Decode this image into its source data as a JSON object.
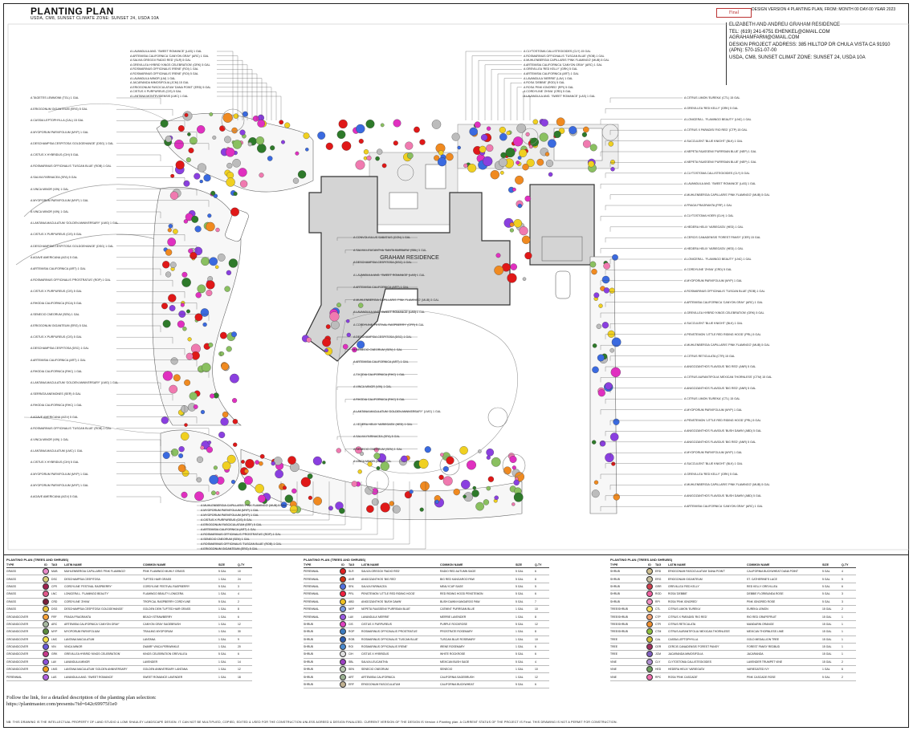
{
  "header": {
    "title": "PLANTING PLAN",
    "subtitle": "USDA, CM8, SUNSET CLIMATE ZONE: SUNSET 24, USDA 10A",
    "final_badge": "Final",
    "design_version": "DESIGN VERSION 4 PLANTING PLAN, FROM: MONTH 00 DAY-00 YEAR 2023"
  },
  "info_block": {
    "client": "ELIZABETH AND ANDREU GRAHAM RESIDENCE",
    "tel": "TEL: (619) 241-6751 EHENKEL@GMAIL.COM",
    "email": "AGRAHAMFARM@GMAIL.COM",
    "address": "DESIGN PROJECT ADDRESS: 385 HILLTOP DR CHULA VISTA CA 91910",
    "apn": "(APN): 570-151-07-00",
    "zone": "USDA, CM8, SUNSET CLIMAT ZONE: SUNSET 24, USDA 10A"
  },
  "plan": {
    "house_label": "GRAHAM RESIDENCE",
    "labels_top_left": [
      "A LAVANDULA ANG. 'SWEET ROMANCE' (LAS) 1 GAL",
      "A ARTEMISIA CALIFORNICA 'CANYON GRAY' (ARC) 1 GAL",
      "A SALVIA GREGGII 'RADIO RED' (SLR) 5 GAL",
      "A GREVILLEA HYBRID 'KINGS CELEBRATION' (GRK) 5 GAL",
      "A ROSMARINUS OFFICINALIS 'IRENE' (ROI) 1 GAL",
      "A ROSMARINUS OFFICINALIS 'IRENE' (ROI) 5 GAL",
      "A LAVANDULA MINOR (LM) 1 GAL",
      "A JACARANDA MIMOSIFOLIA (JCM) 15 GAL",
      "A ERIOGONUM FASCICULATUM 'DANA POINT' (ERD) 5 GAL",
      "A CISTUS X PURPUREUS (CIS) 5 GAL",
      "A LANTANA MONTEVIDENSIS (LMC) 1 GAL"
    ],
    "labels_top_right": [
      "A CLYTOSTOMA CALLISTEGIOIDES (CLY) 15 GAL",
      "A ROSMARINUS OFFICINALIS 'TUSCAN BLUE' (ROB) 1 GAL",
      "A MUHLENBERGIA CAPILLARIS 'PINK FLAMINGO' (MUB) 5 GAL",
      "A ARTEMISIA CALIFORNICA 'CANYON GRAY' (ARC) 1 GAL",
      "A GREVILLEA 'RED KELLY' (GRK) 5 GAL",
      "A ARTEMISIA CALIFORNICA (ART) 1 GAL",
      "A LAVANDULA 'MERRIE' (LAV) 1 GAL",
      "A ROSA 'DEBBIE' (ROD) 5 GAL",
      "A ROSA 'PINK IGNORED' (RPI) 5 GAL",
      "A CORDYLINE 'ZHIVA' (CRD) 5 GAL",
      "A LAVANDULA ANG. 'SWEET ROMANCE' (LAS) 1 GAL"
    ],
    "labels_left": [
      "A TAGETES LEMMONII (TGL) 1 GAL",
      "A ERIOGONUM GIGANTEUM (ERG) 5 GAL",
      "A CASSIA LEPTOPHYLLA (CAL) 15 GAL",
      "A MYOPORUM PARVIFOLIUM (MYP) 1 GAL",
      "A DESCHAMPSIA CESPITOSA 'GOLDGEHANGE' (DSG) 1 GAL",
      "A CISTUS X HYBRIDUS (CIH) 5 GAL",
      "A ROSMARINUS OFFICINALIS 'TUSCAN BLUE' (ROB) 1 GAL",
      "A SALVIA FARINACEA (SFA) 5 GAL",
      "A VINCA MINOR (VIN) 1 GAL",
      "A MYOPORUM PARVIFOLIUM (MYP) 1 GAL",
      "A VINCA MINOR (VIN) 1 GAL",
      "A LANTANA MACULATUM 'GOLDEN ANNIVERSARY' (LMG) 1 GAL",
      "A CISTUS X PURPUREUS (CIS) 5 GAL",
      "A DESCHAMPSIA CESPITOSA 'GOLDGEHANGE' (DSG) 1 GAL",
      "A AGAVE AMERICANA (AGV) 5 GAL",
      "A ARTEMISIA CALIFORNICA (ART) 1 GAL",
      "A ROSMARINUS OFFICINALIS 'PROSTRATUS' (ROP) 1 GAL",
      "A CISTUS X PURPUREUS (CIS) 5 GAL",
      "A RHODIA CALIFORNICA (RCA) 5 GAL",
      "A SENECIO CNEORUM (SEN) 1 GAL",
      "A ERIOGONUM GIGANTEUM (ERG) 5 GAL",
      "A CISTUS X PURPUREUS (CIS) 5 GAL",
      "A DESCHAMPSIA CESPITOSA (DSC) 1 GAL",
      "A ARTEMISIA CALIFORNICA (ART) 1 GAL",
      "A RHODIA CALIFORNICA (RHC) 1 GAL",
      "A LANTANA MACULATUM 'GOLDEN ANNIVERSARY' (LMG) 1 GAL",
      "A SERRATA ANEMONES (SER) 5 GAL",
      "A RHODIA CALIFORNICA (RHC) 1 GAL",
      "A AGAVE AMERICANA (AGV) 5 GAL",
      "A ROSMARINUS OFFICINALIS 'TUSCAN BLUE' (ROB) 1 GAL",
      "A VINCA MINOR (VIN) 1 GAL",
      "A LANTANA MACULATUM (LMC) 1 GAL",
      "A CISTUS X HYBRIDUS (CIH) 5 GAL",
      "A MYOPORUM PARVIFOLIUM (MYP) 1 GAL",
      "A MYOPORUM PARVIFOLIUM (MYP) 1 GAL",
      "A AGAVE AMERICANA (AGV) 5 GAL"
    ],
    "labels_right": [
      "A CITRUS LIMON 'EUREKA' (CTL) 15 GAL",
      "A GREVILLEA 'RED KELLY' (GRK) 5 GAL",
      "A LONICERA L. 'FLAMINGO BEAUTY' (LNC) 1 GAL",
      "A CITRUS X PARADISI 'RIO RED' (CTP) 15 GAL",
      "A SUCCULENT 'BLUE KNIGHT' (BLK) 1 GAL",
      "A NEPETA FAASSENII 'PURRSIAN BLUE' (NEP) 1 GAL",
      "A NEPETA FAASSENII 'PURRSIAN BLUE' (NEP) 1 GAL",
      "A CLYTOSTOMA CALLISTEGIOIDES (CLY) 5 GAL",
      "A LAVANDULA ANG. 'SWEET ROMANCE' (LAS) 1 GAL",
      "A MUHLENBERGIA CAPILLARIS 'PINK FLAMINGO' (MUB) 5 GAL",
      "A FRAGA FRAGRANTA (FRF) 1 GAL",
      "A CLYTOSTOMA HOERI (CLH) 1 GAL",
      "A HEDERA HELIX 'VARIEGATA' (HED) 1 GAL",
      "A CERCIS CANADENSIS 'FOREST PANSY' (CER) 15 GAL",
      "A HEDERA HELIX 'VARIEGATA' (HED) 1 GAL",
      "A LONICERA L. 'FLAMINGO BEAUTY' (LNC) 1 GAL",
      "A CORDYLINE 'ZHIVA' (CRD) 5 GAL",
      "A MYOPORUM PARVIFOLIUM (MYP) 1 GAL",
      "A ROSMARINUS OFFICINALIS 'TUSCAN BLUE' (ROB) 1 GAL",
      "A ARTEMISIA CALIFORNICA 'CANYON GRAY' (ARC) 1 GAL",
      "A GREVILLEA HYBRID 'KINGS CELEBRATION' (GRK) 5 GAL",
      "A SUCCULENT 'BLUE KNIGHT' (BLK) 1 GAL",
      "A PENSTEMON 'LITTLE RED RIDING HOOD' (PRL) 5 GAL",
      "A MUHLENBERGIA CAPILLARIS 'PINK FLAMINGO' (MUB) 5 GAL",
      "A CITRUS RETICULATA (CTR) 15 GAL",
      "A ANIGOZANTHOS FLAVIDUS 'BIG RED' (ANR) 5 GAL",
      "A CITRUS AURANTIFOLIA 'MEXICAN THORNLESS' (CTM) 15 GAL",
      "A ANIGOZANTHOS FLAVIDUS 'BIG RED' (ANR) 5 GAL",
      "A CITRUS LIMON 'EUREKA' (CTL) 15 GAL",
      "A MYOPORUM PARVIFOLIUM (MYP) 1 GAL",
      "A PENSTEMON 'LITTLE RED RIDING HOOD' (PRL) 5 GAL",
      "A ANIGOZANTHOS FLAVIDUS 'BUSH DAWN' (ABD) 5 GAL",
      "A ANIGOZANTHOS FLAVIDUS 'BIG RED' (ANR) 5 GAL",
      "A MYOPORUM PARVIFOLIUM (MYP) 1 GAL",
      "A SUCCULENT 'BLUE KNIGHT' (BLK) 1 GAL",
      "A GREVILLEA 'RED KELLY' (GRK) 5 GAL",
      "A MUHLENBERGIA CAPILLARIS 'PINK FLAMINGO' (MUB) 5 GAL",
      "A ANIGOZANTHOS FLAVIDUS 'BUSH DAWN' (ABD) 5 GAL",
      "A ARTEMISIA CALIFORNICA 'CANYON GRAY' (ARC) 1 GAL"
    ],
    "labels_center": [
      "A CONVOLVULUS SABATIUS (CON) 1 GAL",
      "A SALVIA LEUCANTHA 'SANTA BARBARA' (SBL) 5 GAL",
      "A DESCHAMPSIA CESPITOSA (DSC) 1 GAL",
      "A LAVANDULA ANG. 'SWEET ROMANCE' (LAS) 1 GAL",
      "A ARTEMISIA CALIFORNICA (ART) 1 GAL",
      "A MUHLENBERGIA CAPILLARIS 'PINK FLAMINGO' (MUB) 5 GAL",
      "A LAVANDULA ANG. 'SWEET ROMANCE' (LAS) 1 GAL",
      "A CORDYLINE 'FESTIVAL RASPBERRY' (CFR) 5 GAL",
      "A DESCHAMPSIA CESPITOSA (DSC) 1 GAL",
      "A SENECIO CNEORUM (SEN) 1 GAL",
      "A ARTEMISIA CALIFORNICA (ART) 1 GAL",
      "A RHODIA CALIFORNICA (RHC) 1 GAL",
      "A VINCA MINOR (VIN) 1 GAL",
      "A RHODIA CALIFORNICA (RHC) 5 GAL",
      "A LANTANA MACULATUM 'GOLDEN ANNIVERSARY' (LMG) 1 GAL",
      "A HEDERA HELIX 'VARIEGATA' (HED) 1 GAL",
      "A SALVIA FARINACEA (SFA) 5 GAL",
      "A SENECIO CNEORUM (SEN) 1 GAL",
      "A VINCA MINOR (VIN) 1 GAL"
    ],
    "labels_bottom": [
      "A MUHLENBERGIA CAPILLARIS 'PINK FLAMINGO' (MUB) 5 GAL",
      "A MYOPORUM PARVIFOLIUM (MYP) 1 GAL",
      "A MYOPORUM PARVIFOLIUM (MYP) 1 GAL",
      "A CISTUS X PURPUREUS (CIS) 5 GAL",
      "A ERIOGONUM FASCICULATUM (ERF) 5 GAL",
      "A ARTEMISIA CALIFORNICA (ART) 1 GAL",
      "A ROSMARINUS OFFICINALIS 'PROSTRATUS' (ROP) 1 GAL",
      "A SENECIO CNEORUM (SEN) 1 GAL",
      "A ROSMARINUS OFFICINALIS 'TUSCAN BLUE' (ROB) 1 GAL",
      "A ERIOGONUM GIGANTEUM (ERG) 5 GAL"
    ]
  },
  "tables": [
    {
      "title": "PLANTING PLAN (TREES AND SHRUBS)",
      "columns": [
        "TYPE",
        "ID",
        "TAG",
        "LATIN NAME",
        "COMMON NAME",
        "SIZE",
        "Q-TY"
      ],
      "rows": [
        {
          "type": "GRASS",
          "tag": "MUB",
          "latin": "MUHLENBERGIA CAPILLARIS 'PINK FLAMINGO'",
          "common": "PINK FLAMINGO MUHLY GRASS",
          "size": "5 GAL",
          "qty": "10",
          "color": "#e889c8"
        },
        {
          "type": "GRASS",
          "tag": "DSC",
          "latin": "DESCHAMPSIA CESPITOSA",
          "common": "TUFTED HAIR GRASS",
          "size": "1 GAL",
          "qty": "24",
          "color": "#d9d07a"
        },
        {
          "type": "GRASS",
          "tag": "CFR",
          "latin": "CORDYLINE 'FESTIVAL RASPBERRY'",
          "common": "CORDYLINE FESTIVAL RASPBERRY",
          "size": "5 GAL",
          "qty": "3",
          "color": "#a02050"
        },
        {
          "type": "GRASS",
          "tag": "LNC",
          "latin": "LONICERA L. 'FLAMINGO BEAUTY'",
          "common": "FLAMINGO BEAUTY LONICERA",
          "size": "1 GAL",
          "qty": "4",
          "color": "#e05a8a"
        },
        {
          "type": "GRASS",
          "tag": "CRD",
          "latin": "CORDYLINE 'ZHIVA'",
          "common": "TROPICAL RASPBERRY CORDYLINE",
          "size": "5 GAL",
          "qty": "2",
          "color": "#7a1f3a"
        },
        {
          "type": "GRASS",
          "tag": "DSG",
          "latin": "DESCHAMPSIA CESPITOSA 'GOLDGEHANGE'",
          "common": "GOLDEN DEW TUFTED HAIR GRASS",
          "size": "1 GAL",
          "qty": "8",
          "color": "#e8c23a"
        },
        {
          "type": "GROUNDCOVER",
          "tag": "FRF",
          "latin": "FRAGA FRAGRANTA",
          "common": "BEACH STRAWBERRY",
          "size": "1 GAL",
          "qty": "6",
          "color": "#f6a23a"
        },
        {
          "type": "GROUNDCOVER",
          "tag": "ARC",
          "latin": "ARTEMISIA CALIFORNICA 'CANYON GRAY'",
          "common": "CANYON GRAY SAGEBRUSH",
          "size": "1 GAL",
          "qty": "12",
          "color": "#a7b8a0"
        },
        {
          "type": "GROUNDCOVER",
          "tag": "MYP",
          "latin": "MYOPORUM PARVIFOLIUM",
          "common": "TRAILING MYOPORUM",
          "size": "1 GAL",
          "qty": "30",
          "color": "#5a8a3a"
        },
        {
          "type": "GROUNDCOVER",
          "tag": "LMC",
          "latin": "LANTANA MACULATUM",
          "common": "LANTANA",
          "size": "1 GAL",
          "qty": "9",
          "color": "#f4e04a"
        },
        {
          "type": "GROUNDCOVER",
          "tag": "VIN",
          "latin": "VINCA MINOR",
          "common": "DWARF VINCA PERIWINKLE",
          "size": "1 GAL",
          "qty": "20",
          "color": "#6a5ad8"
        },
        {
          "type": "GROUNDCOVER",
          "tag": "GRK",
          "latin": "GREVILLEA HYBRID 'KINGS CELEBRATION'",
          "common": "KINGS CELEBRATION GREVILLEA",
          "size": "5 GAL",
          "qty": "6",
          "color": "#c43a8a"
        },
        {
          "type": "GROUNDCOVER",
          "tag": "LAV",
          "latin": "LAVANDULA MINOR",
          "common": "LAVENDER",
          "size": "1 GAL",
          "qty": "14",
          "color": "#8a4fd8"
        },
        {
          "type": "GROUNDCOVER",
          "tag": "LMG",
          "latin": "LANTANA MACULATUM 'GOLDEN ANNIVERSARY'",
          "common": "GOLDEN ANNIVERSARY LANTANA",
          "size": "1 GAL",
          "qty": "12",
          "color": "#f0a020"
        },
        {
          "type": "PERENNIAL",
          "tag": "LAS",
          "latin": "LAVANDULA ANG. 'SWEET ROMANCE'",
          "common": "SWEET ROMANCE LAVENDER",
          "size": "1 GAL",
          "qty": "18",
          "color": "#b060e0"
        }
      ]
    },
    {
      "title": "PLANTING PLAN (TREES AND SHRUBS)",
      "columns": [
        "TYPE",
        "ID",
        "TAG",
        "LATIN NAME",
        "COMMON NAME",
        "SIZE",
        "Q-TY"
      ],
      "rows": [
        {
          "type": "PERENNIAL",
          "tag": "SLR",
          "latin": "SALVIA GREGGII 'RADIO RED'",
          "common": "RADIO RED AUTUMN SAGE",
          "size": "5 GAL",
          "qty": "6",
          "color": "#e02020"
        },
        {
          "type": "PERENNIAL",
          "tag": "ANR",
          "latin": "ANIGOZANTHOS 'BIG RED'",
          "common": "BIG RED KANGAROO PAW",
          "size": "5 GAL",
          "qty": "8",
          "color": "#d03010"
        },
        {
          "type": "PERENNIAL",
          "tag": "SFA",
          "latin": "SALVIA FARINACEA",
          "common": "MEALYCUP SAGE",
          "size": "5 GAL",
          "qty": "5",
          "color": "#5070e0"
        },
        {
          "type": "PERENNIAL",
          "tag": "PRL",
          "latin": "PENSTEMON 'LITTLE RED RIDING HOOD'",
          "common": "RED RIDING HOOD PENSTEMON",
          "size": "5 GAL",
          "qty": "6",
          "color": "#f02040"
        },
        {
          "type": "PERENNIAL",
          "tag": "ABD",
          "latin": "ANIGOZANTHOS 'BUSH DAWN'",
          "common": "BUSH DAWN KANGAROO PAW",
          "size": "5 GAL",
          "qty": "7",
          "color": "#f0c020"
        },
        {
          "type": "PERENNIAL",
          "tag": "NEP",
          "latin": "NEPETA FAASSENII 'PURRSIAN BLUE'",
          "common": "CATMINT PURRSIAN BLUE",
          "size": "1 GAL",
          "qty": "10",
          "color": "#7a9ae0"
        },
        {
          "type": "PERENNIAL",
          "tag": "LAV",
          "latin": "LAVANDULA 'MERRIE'",
          "common": "MERRIE LAVENDER",
          "size": "1 GAL",
          "qty": "8",
          "color": "#9a5ae0"
        },
        {
          "type": "SHRUB",
          "tag": "CIS",
          "latin": "CISTUS X PURPUREUS",
          "common": "PURPLE ROCKROSE",
          "size": "5 GAL",
          "qty": "12",
          "color": "#e040c0"
        },
        {
          "type": "SHRUB",
          "tag": "ROP",
          "latin": "ROSMARINUS OFFICINALIS 'PROSTRATUS'",
          "common": "PROSTRATE ROSEMARY",
          "size": "1 GAL",
          "qty": "8",
          "color": "#3a7ac0"
        },
        {
          "type": "SHRUB",
          "tag": "ROB",
          "latin": "ROSMARINUS OFFICINALIS 'TUSCAN BLUE'",
          "common": "TUSCAN BLUE ROSEMARY",
          "size": "1 GAL",
          "qty": "10",
          "color": "#2a5ab0"
        },
        {
          "type": "SHRUB",
          "tag": "ROI",
          "latin": "ROSMARINUS OFFICINALIS 'IRENE'",
          "common": "IRENE ROSEMARY",
          "size": "1 GAL",
          "qty": "6",
          "color": "#4a8ad0"
        },
        {
          "type": "SHRUB",
          "tag": "CIH",
          "latin": "CISTUS X HYBRIDUS",
          "common": "WHITE ROCKROSE",
          "size": "5 GAL",
          "qty": "6",
          "color": "#e0e0e0"
        },
        {
          "type": "SHRUB",
          "tag": "SBL",
          "latin": "SALVIA LEUCANTHA",
          "common": "MEXICAN BUSH SAGE",
          "size": "5 GAL",
          "qty": "4",
          "color": "#9a40c0"
        },
        {
          "type": "SHRUB",
          "tag": "SEN",
          "latin": "SENECIO CNEORUM",
          "common": "SENECIO",
          "size": "1 GAL",
          "qty": "10",
          "color": "#b8c8b0"
        },
        {
          "type": "SHRUB",
          "tag": "ART",
          "latin": "ARTEMISIA CALIFORNICA",
          "common": "CALIFORNIA SAGEBRUSH",
          "size": "1 GAL",
          "qty": "12",
          "color": "#9ab090"
        },
        {
          "type": "SHRUB",
          "tag": "ERF",
          "latin": "ERIOGONUM FASCICULATUM",
          "common": "CALIFORNIA BUCKWHEAT",
          "size": "5 GAL",
          "qty": "6",
          "color": "#c0b090"
        }
      ]
    },
    {
      "title": "PLANTING PLAN (TREES AND SHRUBS)",
      "columns": [
        "TYPE",
        "ID",
        "TAG",
        "LATIN NAME",
        "COMMON NAME",
        "SIZE",
        "Q-TY"
      ],
      "rows": [
        {
          "type": "SHRUB",
          "tag": "ERD",
          "latin": "ERIOGONUM FASCICULATUM 'DANA POINT'",
          "common": "CALIFORNIA BUCKWHEAT DANA POINT",
          "size": "5 GAL",
          "qty": "4",
          "color": "#d0c090"
        },
        {
          "type": "SHRUB",
          "tag": "ERG",
          "latin": "ERIOGONUM GIGANTEUM",
          "common": "ST. CATHERINE'S LACE",
          "size": "5 GAL",
          "qty": "5",
          "color": "#c8c0a0"
        },
        {
          "type": "SHRUB",
          "tag": "GRR",
          "latin": "GREVILLEA 'RED KELLY'",
          "common": "RED KELLY GREVILLEA",
          "size": "5 GAL",
          "qty": "6",
          "color": "#d04050"
        },
        {
          "type": "SHRUB",
          "tag": "ROD",
          "latin": "ROSA 'DEBBIE'",
          "common": "DEBBIE FLORIBUNDA ROSE",
          "size": "5 GAL",
          "qty": "3",
          "color": "#f060a0"
        },
        {
          "type": "SHRUB",
          "tag": "RPI",
          "latin": "ROSA 'PINK IGNORED'",
          "common": "PINK IGNORED ROSE",
          "size": "5 GAL",
          "qty": "3",
          "color": "#f090c0"
        },
        {
          "type": "TREE/SHRUB",
          "tag": "CTL",
          "latin": "CITRUS LIMON 'EUREKA'",
          "common": "EUREKA LEMON",
          "size": "15 GAL",
          "qty": "2",
          "color": "#f8e060"
        },
        {
          "type": "TREE/SHRUB",
          "tag": "CTP",
          "latin": "CITRUS X PARADISI 'RIO RED'",
          "common": "RIO RED GRAPEFRUIT",
          "size": "15 GAL",
          "qty": "1",
          "color": "#f0a070"
        },
        {
          "type": "TREE/SHRUB",
          "tag": "CTR",
          "latin": "CITRUS RETICULATA",
          "common": "MANDARIN ORANGE",
          "size": "15 GAL",
          "qty": "1",
          "color": "#f09030"
        },
        {
          "type": "TREE/SHRUB",
          "tag": "CTM",
          "latin": "CITRUS AURANTIFOLIA 'MEXICAN THORNLESS'",
          "common": "MEXICAN THORNLESS LIME",
          "size": "15 GAL",
          "qty": "1",
          "color": "#90c040"
        },
        {
          "type": "TREE",
          "tag": "CAL",
          "latin": "CASSIA LEPTOPHYLLA",
          "common": "GOLD MEDALLION TREE",
          "size": "15 GAL",
          "qty": "1",
          "color": "#d0c040"
        },
        {
          "type": "TREE",
          "tag": "CER",
          "latin": "CERCIS CANADENSIS 'FOREST PANSY'",
          "common": "FOREST PANSY REDBUD",
          "size": "15 GAL",
          "qty": "1",
          "color": "#a03060"
        },
        {
          "type": "TREE",
          "tag": "JCM",
          "latin": "JACARANDA MIMOSIFOLIA",
          "common": "JACARANDA",
          "size": "15 GAL",
          "qty": "1",
          "color": "#8060c0"
        },
        {
          "type": "VINE",
          "tag": "CLY",
          "latin": "CLYTOSTOMA CALLISTEGIOIDES",
          "common": "LAVENDER TRUMPET VINE",
          "size": "15 GAL",
          "qty": "2",
          "color": "#b090d0"
        },
        {
          "type": "VINE",
          "tag": "HED",
          "latin": "HEDERA HELIX 'VARIEGATA'",
          "common": "VARIEGATED IVY",
          "size": "1 GAL",
          "qty": "6",
          "color": "#70a060"
        },
        {
          "type": "VINE",
          "tag": "RPC",
          "latin": "ROSA 'PINK CASCADE'",
          "common": "PINK CASCADE ROSE",
          "size": "5 GAL",
          "qty": "2",
          "color": "#f070b0"
        }
      ]
    }
  ],
  "footer": {
    "link_text": "Follow the link, for a detailed description of the planting plan selection:",
    "link_url": "https://plantmaster.com/presents/?id=642c69975f1e0",
    "disclaimer": "NB: THIS DRAWING IS THE INTELLECTUAL PROPERTY OF LAND STUDIO & LOMI SHAULEY LANDSCAPE DESIGN. IT CAN NOT BE MULTIPLIED, COPIED, EDITED & USED FOR THE CONSTRUCTION UNLESS AGREED & DESIGN FINALIZED. CURRENT VERSION OF THE DESIGN IS Version 4 Planting plan. A CURRENT STATUS OF THE PROJECT IS Final. THIS DRAWING IS NOT A PERMIT FOR CONSTRUCTION."
  },
  "colors": {
    "red": "#e01818",
    "magenta": "#e030c0",
    "purple": "#8a3fe0",
    "blue": "#3a6ae0",
    "yellow": "#f0d020",
    "orange": "#f08a20",
    "green": "#2e7a2a",
    "lightgreen": "#8ac060",
    "pink": "#f07ab0",
    "gray": "#bcbcbc",
    "house": "#d0d0d0"
  }
}
